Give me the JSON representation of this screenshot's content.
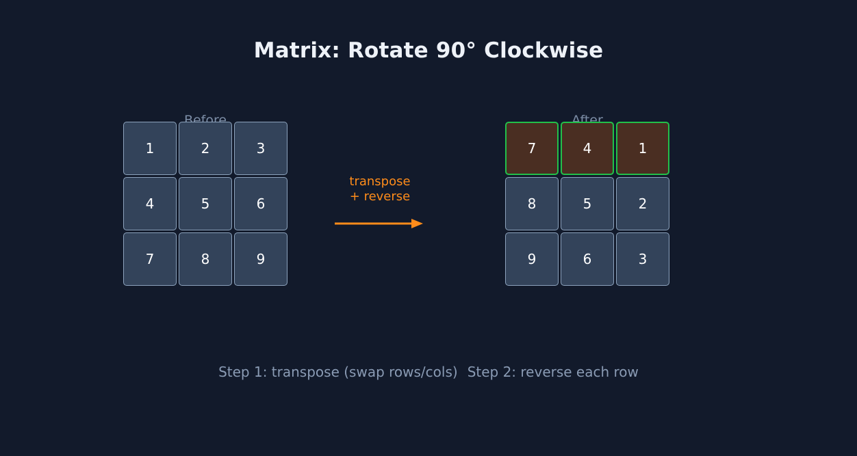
{
  "title": "Matrix: Rotate 90° Clockwise",
  "colors": {
    "background": "#121a2b",
    "cell_fill": "#33435a",
    "cell_border": "#8da3bd",
    "highlight_fill": "#4a2e22",
    "highlight_border": "#22c04a",
    "accent_orange": "#ff8c1a",
    "label_muted": "#7b8ca5",
    "digit_text": "#ffffff"
  },
  "before": {
    "label": "Before",
    "rows": [
      [
        "1",
        "2",
        "3"
      ],
      [
        "4",
        "5",
        "6"
      ],
      [
        "7",
        "8",
        "9"
      ]
    ]
  },
  "after": {
    "label": "After",
    "rows": [
      [
        "7",
        "4",
        "1"
      ],
      [
        "8",
        "5",
        "2"
      ],
      [
        "9",
        "6",
        "3"
      ]
    ],
    "highlighted_row_index": 0
  },
  "arrow": {
    "line1": "transpose",
    "line2": "+ reverse",
    "direction": "right"
  },
  "caption": {
    "step1": "Step 1: transpose (swap rows/cols)",
    "step2": "Step 2: reverse each row"
  }
}
